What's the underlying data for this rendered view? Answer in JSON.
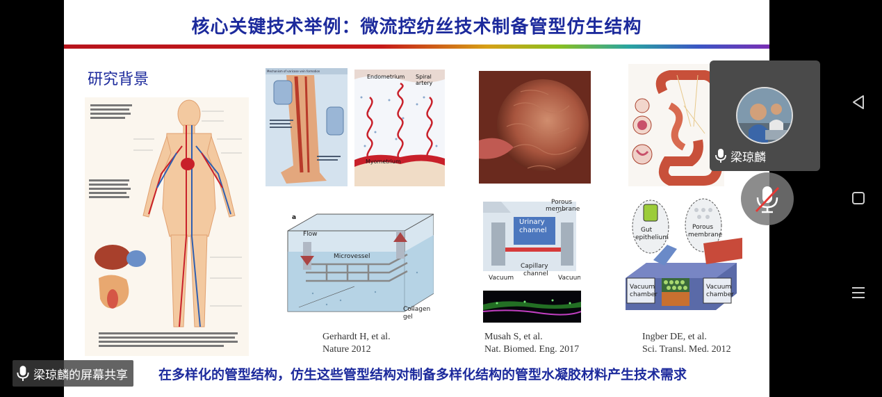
{
  "slide": {
    "title": "核心关键技术举例：微流控纺丝技术制备管型仿生结构",
    "section_label": "研究背景",
    "bottom_text": "在多样化的管型结构，仿生这些管型结构对制备多样化结构的管型水凝胶材料产生技术需求",
    "figures": {
      "body": {
        "name": "human-circulatory-chart"
      },
      "leg": {
        "title": "Mechanism of varicose vein formation"
      },
      "endometrium": {
        "label_top_left": "Endometrium",
        "label_top_right": "Spiral artery",
        "label_bottom": "Myometrium"
      },
      "vessel": {
        "panel_letter": "a",
        "flow": "Flow",
        "microvessel": "Microvessel",
        "collagen": "Collagen",
        "gel": "gel"
      },
      "kidney": {
        "porous": "Porous",
        "membrane": "membrane",
        "urinary": "Urinary",
        "channel": "channel",
        "capillary": "Capillary",
        "capillary_channel": "channel",
        "vacuum_left": "Vacuum",
        "vacuum_right": "Vacuum"
      },
      "gut": {
        "gut": "Gut",
        "epithelium": "epithelium",
        "porous": "Porous",
        "membrane": "membrane",
        "vacuum_left_1": "Vacuum",
        "vacuum_left_2": "chamber",
        "vacuum_right_1": "Vacuum",
        "vacuum_right_2": "chamber"
      }
    },
    "captions": {
      "gerhardt_1": "Gerhardt H, et al.",
      "gerhardt_2": "Nature 2012",
      "musah_1": "Musah S, et al.",
      "musah_2": "Nat. Biomed. Eng. 2017",
      "ingber_1": "Ingber DE, et al.",
      "ingber_2": "Sci. Transl. Med. 2012"
    }
  },
  "participant": {
    "name": "梁琼麟",
    "mic_icon": "microphone-icon",
    "avatar_icon": "avatar"
  },
  "mute": {
    "icon": "microphone-muted-icon"
  },
  "share_banner": {
    "text": "梁琼麟的屏幕共享",
    "icon": "microphone-icon"
  },
  "nav": {
    "back": "back-triangle-icon",
    "home": "home-square-icon",
    "menu": "menu-lines-icon"
  },
  "colors": {
    "title_blue": "#1c2a9c",
    "tile_bg": "#4a4a4a",
    "vessel_red": "#c8202a",
    "vein_blue": "#2f5fb0"
  }
}
